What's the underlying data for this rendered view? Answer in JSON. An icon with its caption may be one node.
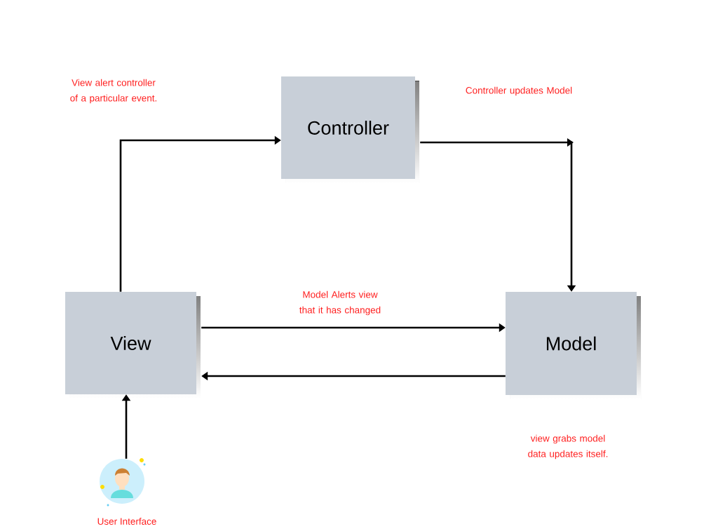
{
  "diagram": {
    "nodes": [
      {
        "text": [
          "Controller"
        ]
      },
      {
        "text": [
          "View"
        ]
      },
      {
        "text": [
          "Model"
        ]
      },
      {
        "text": [],
        "shape": "person",
        "beside": [
          "User Interface"
        ]
      }
    ],
    "edges": [
      {
        "from": 1,
        "to": 0,
        "arrow": "to",
        "label": "View alert controller of a particular event."
      },
      {
        "from": 0,
        "to": 2,
        "arrow": "to",
        "label": "Controller updates Model"
      },
      {
        "from": 1,
        "to": 2,
        "arrow": "to",
        "label": "Model Alerts view that it has changed"
      },
      {
        "from": 2,
        "to": 1,
        "arrow": "to"
      },
      {
        "from": 3,
        "to": 1,
        "arrow": "to"
      }
    ],
    "labels": [
      "view grabs model data updates itself."
    ]
  }
}
